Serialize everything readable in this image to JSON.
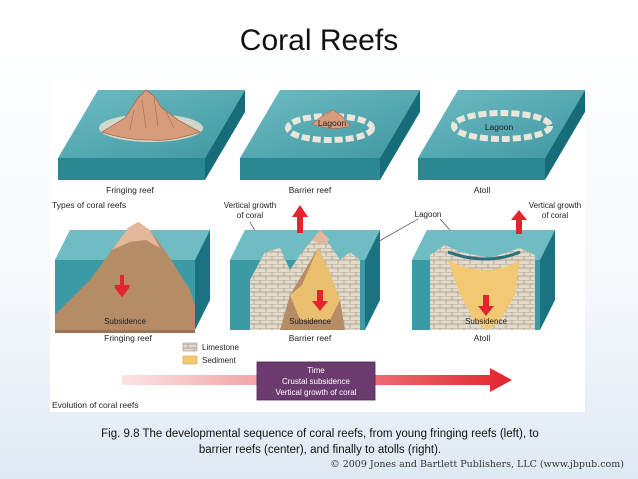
{
  "slide": {
    "title": "Coral Reefs",
    "caption_line1": "Fig. 9.8 The developmental sequence of coral reefs, from young fringing reefs (left), to",
    "caption_line2": "barrier reefs (center), and finally to atolls (right).",
    "copyright": "© 2009 Jones and Bartlett Publishers, LLC (www.jbpub.com)"
  },
  "diagram": {
    "top_row": {
      "section_label": "Types of coral reefs",
      "fringing_label": "Fringing reef",
      "barrier_label": "Barrier reef",
      "atoll_label": "Atoll",
      "barrier_lagoon": "Lagoon",
      "atoll_lagoon": "Lagoon"
    },
    "bottom_row": {
      "section_label": "Evolution of coral reefs",
      "vertical_growth_left_1": "Vertical growth",
      "vertical_growth_left_2": "of coral",
      "vertical_growth_right_1": "Vertical growth",
      "vertical_growth_right_2": "of coral",
      "lagoon_label": "Lagoon",
      "subsidence_1": "Subsidence",
      "subsidence_2": "Subsidence",
      "subsidence_3": "Subsidence",
      "fringing_label": "Fringing reef",
      "barrier_label": "Barrier reef",
      "atoll_label": "Atoll"
    },
    "legend": {
      "limestone": "Limestone",
      "sediment": "Sediment"
    },
    "timeline": {
      "line1": "Time",
      "line2": "Crustal subsidence",
      "line3": "Vertical growth of coral"
    },
    "colors": {
      "water_top": "#4fa7b0",
      "water_side": "#1d7a86",
      "rock": "#b58c65",
      "sediment": "#f3c872",
      "limestone": "#e0d8c8",
      "arrow_red": "#e2242e",
      "timeline_box": "#6b3b6f"
    }
  }
}
